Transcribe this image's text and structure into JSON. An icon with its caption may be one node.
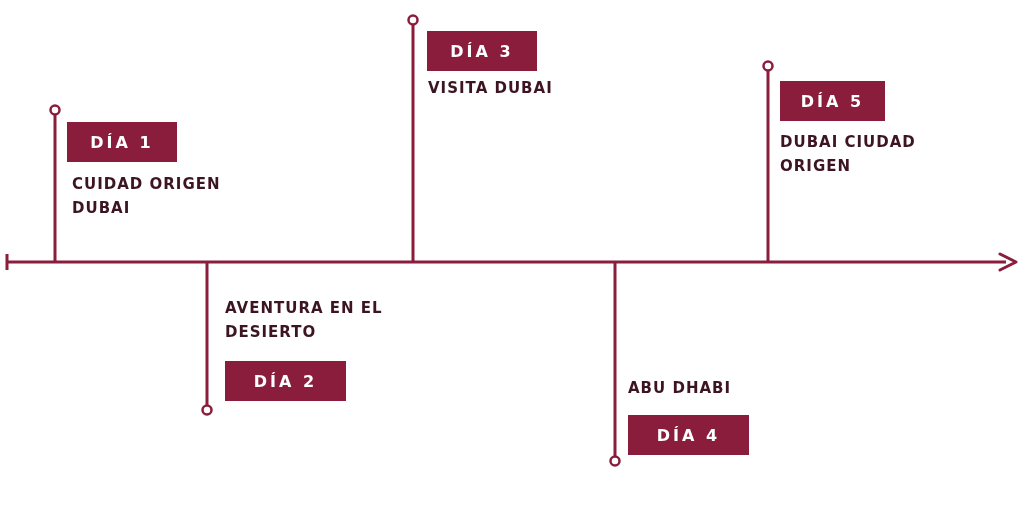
{
  "diagram": {
    "nodes": [
      {
        "text": [
          "DÍA 1"
        ],
        "beside": [
          "CUIDAD ORIGEN DUBAI"
        ]
      },
      {
        "text": [
          "DÍA 2"
        ],
        "beside": [
          "AVENTURA EN EL DESIERTO"
        ]
      },
      {
        "text": [
          "DÍA 3"
        ],
        "beside": [
          "VISITA DUBAI"
        ]
      },
      {
        "text": [
          "DÍA 4"
        ],
        "beside": [
          "ABU DHABI"
        ]
      },
      {
        "text": [
          "DÍA 5"
        ],
        "beside": [
          "DUBAI CIUDAD ORIGEN"
        ]
      },
      {
        "text": [],
        "shape": "bar"
      }
    ],
    "edges": [
      {
        "from": 0,
        "to": 5,
        "arrow": "other"
      },
      {
        "from": 1,
        "to": 5,
        "arrow": "other"
      },
      {
        "from": 2,
        "to": 5,
        "arrow": "other"
      },
      {
        "from": 3,
        "to": 5,
        "arrow": "other"
      },
      {
        "from": 4,
        "to": 5,
        "arrow": "other"
      }
    ]
  }
}
